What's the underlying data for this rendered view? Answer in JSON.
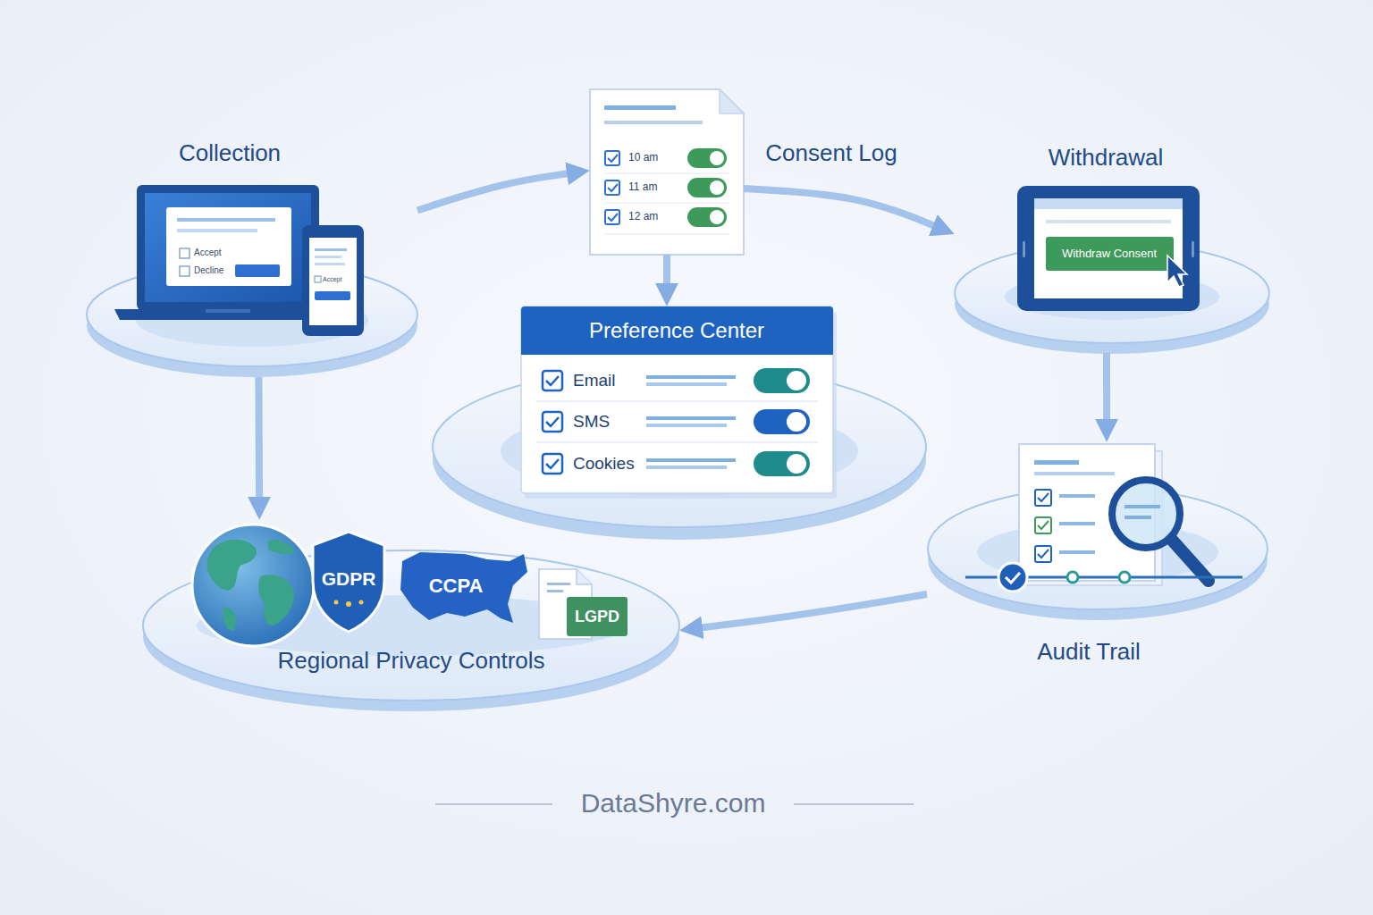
{
  "diagram": {
    "nodes": [
      {
        "text": [
          "Collection"
        ]
      },
      {
        "text": [
          "Consent Log",
          "10 am",
          "11 am",
          "12 am"
        ]
      },
      {
        "text": [
          "Withdrawal",
          "Withdraw Consent"
        ]
      },
      {
        "text": [
          "Preference Center",
          "Email",
          "SMS",
          "Cookies"
        ]
      },
      {
        "text": [
          "GDPR",
          "CCPA",
          "LGPD",
          "Regional Privacy Controls"
        ]
      },
      {
        "text": [
          "Audit Trail"
        ]
      }
    ],
    "edges": [
      {
        "from": 0,
        "to": 1,
        "arrow": "to"
      },
      {
        "from": 1,
        "to": 2,
        "arrow": "to"
      },
      {
        "from": 1,
        "to": 3,
        "arrow": "to"
      },
      {
        "from": 2,
        "to": 5,
        "arrow": "to"
      },
      {
        "from": 5,
        "to": 4,
        "arrow": "to"
      },
      {
        "from": 0,
        "to": 4,
        "arrow": "to"
      }
    ],
    "labels": [
      "Accept",
      "Decline",
      "Accept",
      "DataShyre.com"
    ]
  }
}
